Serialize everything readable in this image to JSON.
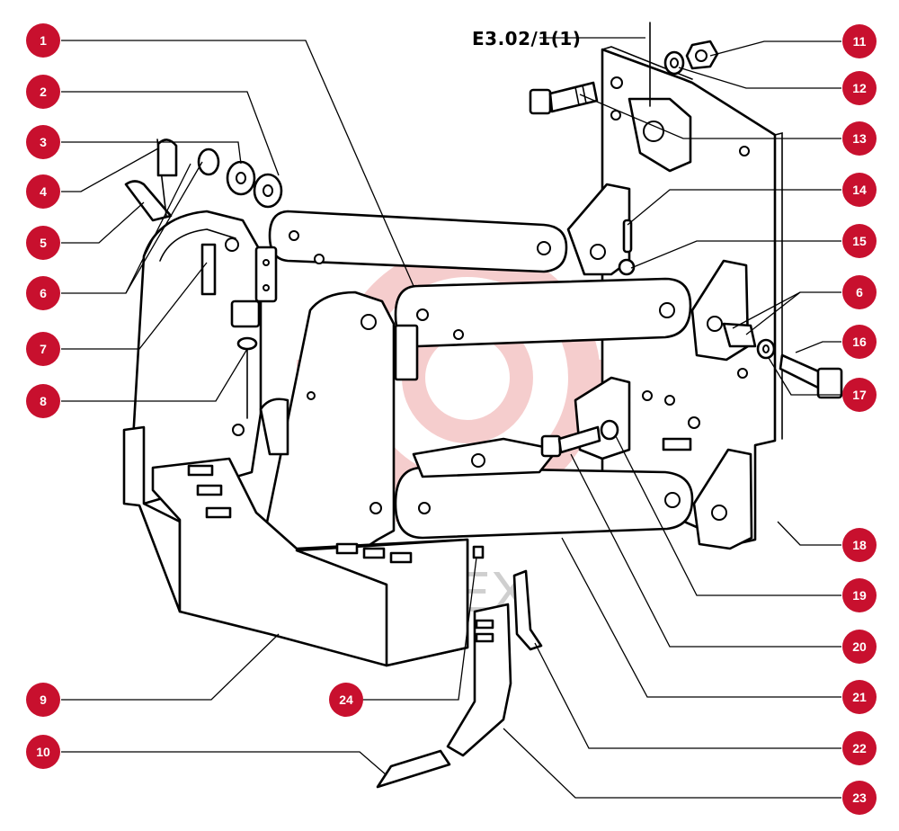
{
  "diagram": {
    "drawing_code": "E3.02/1(1)",
    "watermark_text": "ИНТЕХ",
    "callouts": [
      "1",
      "2",
      "3",
      "4",
      "5",
      "6",
      "7",
      "8",
      "9",
      "10",
      "11",
      "12",
      "13",
      "14",
      "15",
      "6",
      "16",
      "17",
      "18",
      "19",
      "20",
      "21",
      "22",
      "23",
      "24"
    ],
    "colors": {
      "callout_fill": "#c8102e",
      "callout_text": "#ffffff",
      "line": "#000000",
      "watermark": "#f0b4b4"
    }
  }
}
